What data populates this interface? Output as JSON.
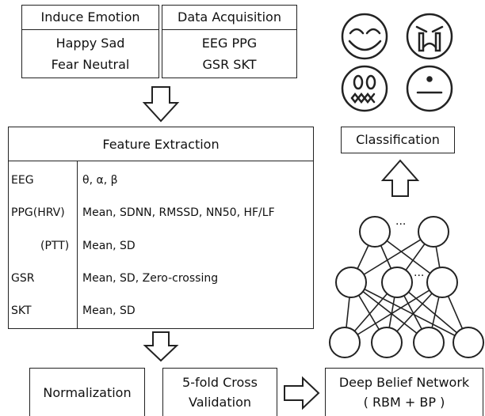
{
  "induce": {
    "title": "Induce Emotion",
    "line1": "Happy Sad",
    "line2": "Fear Neutral"
  },
  "acquisition": {
    "title": "Data Acquisition",
    "line1": "EEG PPG",
    "line2": "GSR SKT"
  },
  "features": {
    "title": "Feature Extraction",
    "rows": [
      {
        "signal": "EEG",
        "values": "θ, α, β"
      },
      {
        "signal": "PPG(HRV)",
        "values": "Mean, SDNN, RMSSD, NN50, HF/LF"
      },
      {
        "signal": "(PTT)",
        "values": "Mean, SD"
      },
      {
        "signal": "GSR",
        "values": "Mean, SD,  Zero-crossing"
      },
      {
        "signal": "SKT",
        "values": "Mean, SD"
      }
    ]
  },
  "classification": "Classification",
  "network": {
    "ellipsis": "···"
  },
  "normalization": "Normalization",
  "crossval": {
    "line1": "5-fold Cross",
    "line2": "Validation"
  },
  "dbn": {
    "line1": "Deep Belief Network",
    "line2": "( RBM + BP )"
  },
  "faces": [
    "happy-face-icon",
    "sad-face-icon",
    "fear-face-icon",
    "neutral-face-icon"
  ]
}
